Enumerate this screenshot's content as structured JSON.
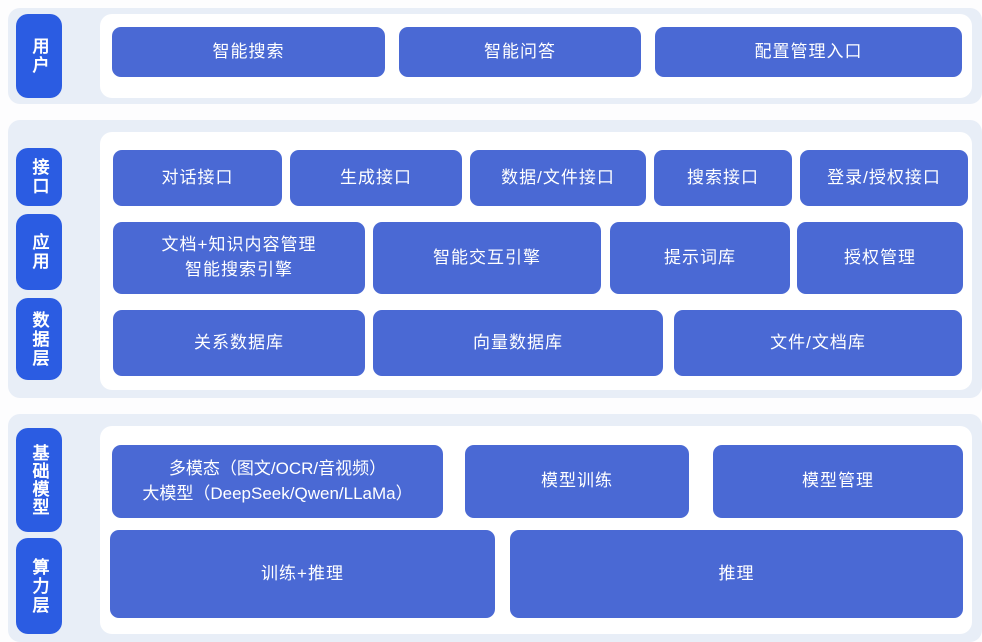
{
  "colors": {
    "section_bg": "#e8eef7",
    "panel_bg": "#ffffff",
    "label_pill_bg": "#2b5ce2",
    "block_bg": "#4a69d4",
    "block_text": "#ffffff"
  },
  "layers": {
    "user": {
      "label": "用户",
      "blocks": {
        "smart_search": "智能搜索",
        "smart_qa": "智能问答",
        "config_entry": "配置管理入口"
      }
    },
    "interface": {
      "label": "接口",
      "blocks": {
        "dialog_api": "对话接口",
        "generation_api": "生成接口",
        "data_file_api": "数据/文件接口",
        "search_api": "搜索接口",
        "login_auth_api": "登录/授权接口"
      }
    },
    "application": {
      "label": "应用",
      "blocks": {
        "doc_engine_line1": "文档+知识内容管理",
        "doc_engine_line2": "智能搜索引擎",
        "interaction_engine": "智能交互引擎",
        "prompt_library": "提示词库",
        "auth_management": "授权管理"
      }
    },
    "data": {
      "label": "数据层",
      "blocks": {
        "relational_db": "关系数据库",
        "vector_db": "向量数据库",
        "file_doc_store": "文件/文档库"
      }
    },
    "foundation_model": {
      "label": "基础模型",
      "blocks": {
        "multimodal_line1": "多模态（图文/OCR/音视频）",
        "multimodal_line2": "大模型（DeepSeek/Qwen/LLaMa）",
        "model_training": "模型训练",
        "model_management": "模型管理"
      }
    },
    "compute": {
      "label": "算力层",
      "blocks": {
        "training_inference": "训练+推理",
        "inference": "推理"
      }
    }
  }
}
